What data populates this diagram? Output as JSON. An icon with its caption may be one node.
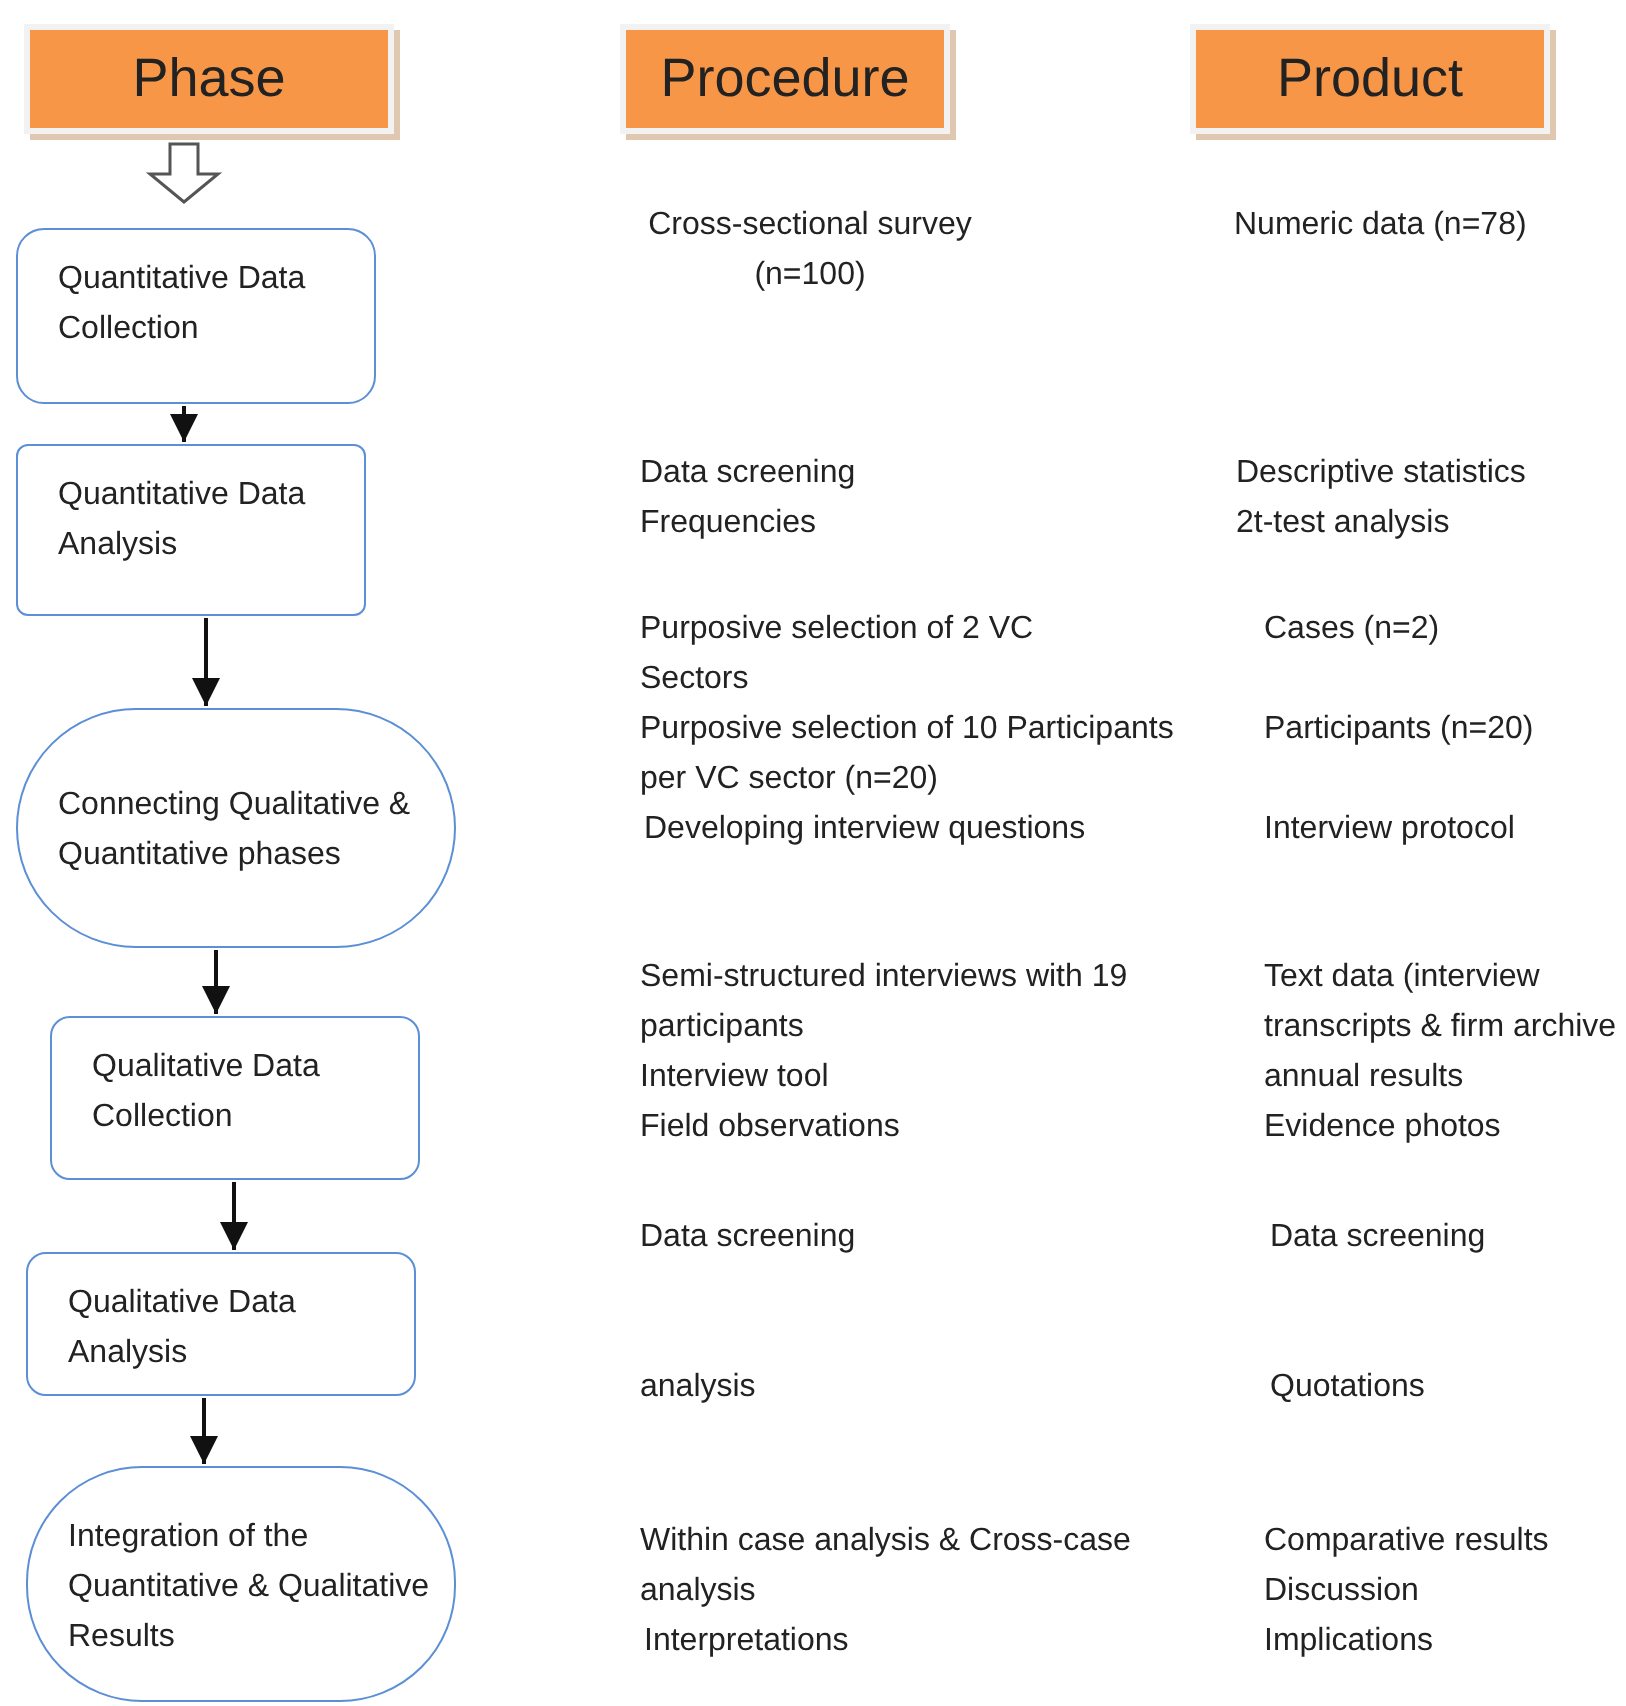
{
  "diagram": {
    "nodes": [
      {
        "text": [
          "Phase"
        ]
      },
      {
        "text": [
          "Procedure"
        ]
      },
      {
        "text": [
          "Product"
        ]
      },
      {
        "text": [
          "Quantitative Data Collection"
        ]
      },
      {
        "text": [
          "Quantitative Data Analysis"
        ]
      },
      {
        "text": [
          "Connecting Qualitative & Quantitative phases"
        ]
      },
      {
        "text": [
          "Qualitative Data Collection"
        ]
      },
      {
        "text": [
          "Qualitative Data Analysis"
        ]
      },
      {
        "text": [
          "Integration of the Quantitative & Qualitative Results"
        ]
      }
    ],
    "edges": [
      {
        "from": 0,
        "to": 3,
        "arrow": "to",
        "style": "thick"
      },
      {
        "from": 3,
        "to": 4,
        "arrow": "to"
      },
      {
        "from": 4,
        "to": 5,
        "arrow": "to"
      },
      {
        "from": 5,
        "to": 6,
        "arrow": "to"
      },
      {
        "from": 6,
        "to": 7,
        "arrow": "to"
      },
      {
        "from": 7,
        "to": 8,
        "arrow": "to"
      }
    ],
    "labels": [
      "Cross-sectional survey (n=100)",
      "Numeric data (n=78)",
      "Data screening",
      "Descriptive statistics",
      "Frequencies",
      "2t-test analysis",
      "Purposive selection of 2 VC Sectors",
      "Cases (n=2)",
      "Purposive selection of 10 Participants per VC sector (n=20)",
      "Participants (n=20)",
      "Developing interview questions",
      "Interview protocol",
      "Semi-structured interviews with 19 participants",
      "Text data (interview transcripts & firm archive annual results",
      "Interview tool",
      "Field observations",
      "Evidence photos",
      "Data screening",
      "Data screening",
      "analysis",
      "Quotations",
      "Within case analysis & Cross-case analysis",
      "Comparative results",
      "Discussion",
      "Interpretations",
      "Implications"
    ]
  }
}
